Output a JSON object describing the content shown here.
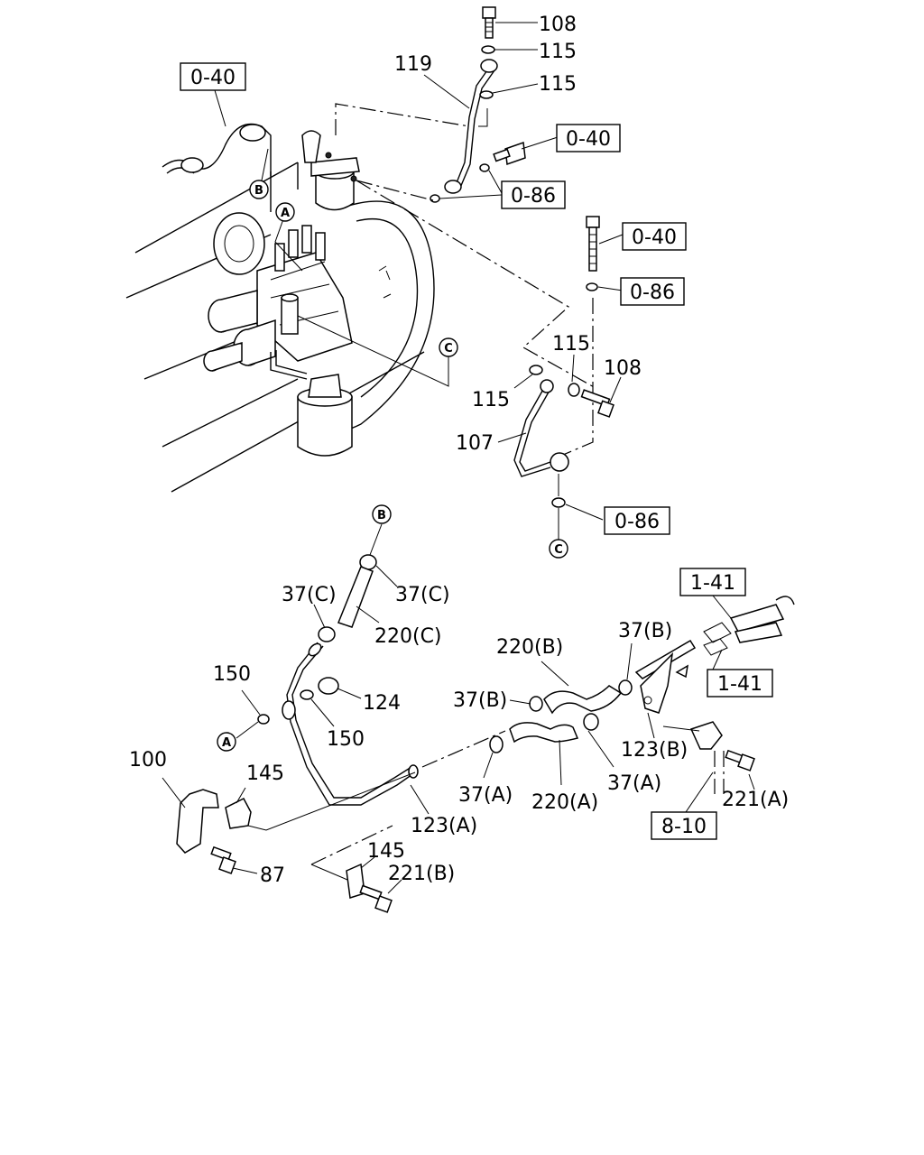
{
  "part_labels": {
    "p108_top": "108",
    "p115_top": "115",
    "p115_b": "115",
    "p119": "119",
    "p115_right": "115",
    "p108_right": "108",
    "p115_left": "115",
    "p107": "107",
    "p37c_left": "37(C)",
    "p37c_right": "37(C)",
    "p220c": "220(C)",
    "p150_top": "150",
    "p124": "124",
    "p150_bottom": "150",
    "p220b": "220(B)",
    "p37b_top": "37(B)",
    "p37b_left": "37(B)",
    "p123b": "123(B)",
    "p37a_right": "37(A)",
    "p37a_left": "37(A)",
    "p220a": "220(A)",
    "p221a": "221(A)",
    "p100": "100",
    "p145_top": "145",
    "p123a": "123(A)",
    "p145_bottom": "145",
    "p221b": "221(B)",
    "p87": "87"
  },
  "reference_boxes": {
    "r040_a": "0-40",
    "r040_b": "0-40",
    "r086_a": "0-86",
    "r040_c": "0-40",
    "r086_b": "0-86",
    "r086_c": "0-86",
    "r141_a": "1-41",
    "r141_b": "1-41",
    "r810": "8-10"
  },
  "connector_markers": {
    "b_upper": "B",
    "a_upper": "A",
    "c_upper": "C",
    "c_lower": "C",
    "b_lower": "B",
    "a_lower": "A"
  }
}
